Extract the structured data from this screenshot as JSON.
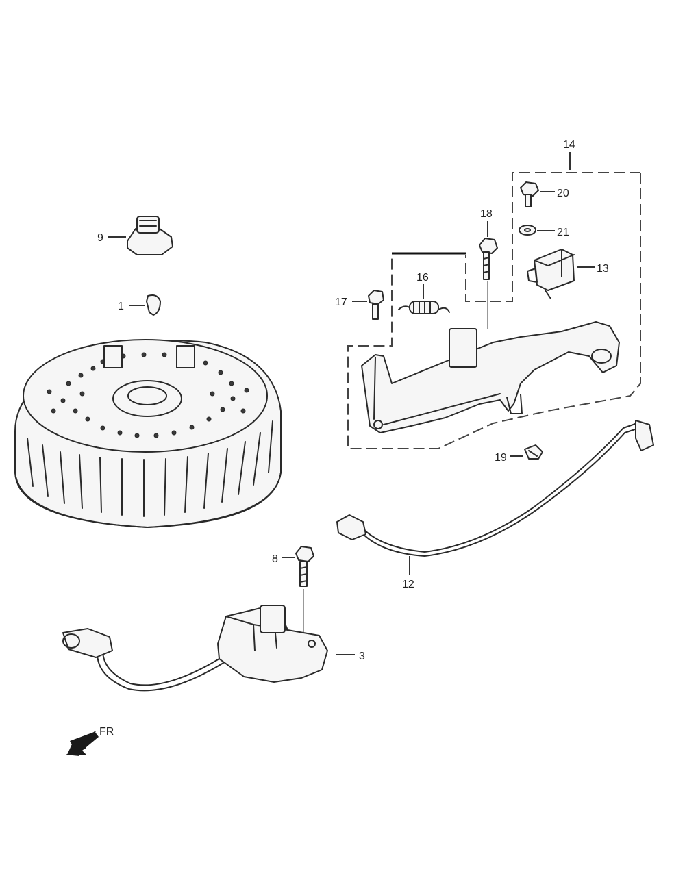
{
  "callouts": {
    "c1": "1",
    "c3": "3",
    "c8": "8",
    "c9": "9",
    "c12": "12",
    "c13": "13",
    "c14": "14",
    "c16": "16",
    "c17": "17",
    "c18": "18",
    "c19": "19",
    "c20": "20",
    "c21": "21"
  },
  "direction": {
    "label": "FR",
    "icon": "arrow-down-left-icon"
  },
  "colors": {
    "line": "#2a2a2a",
    "background": "#ffffff"
  }
}
